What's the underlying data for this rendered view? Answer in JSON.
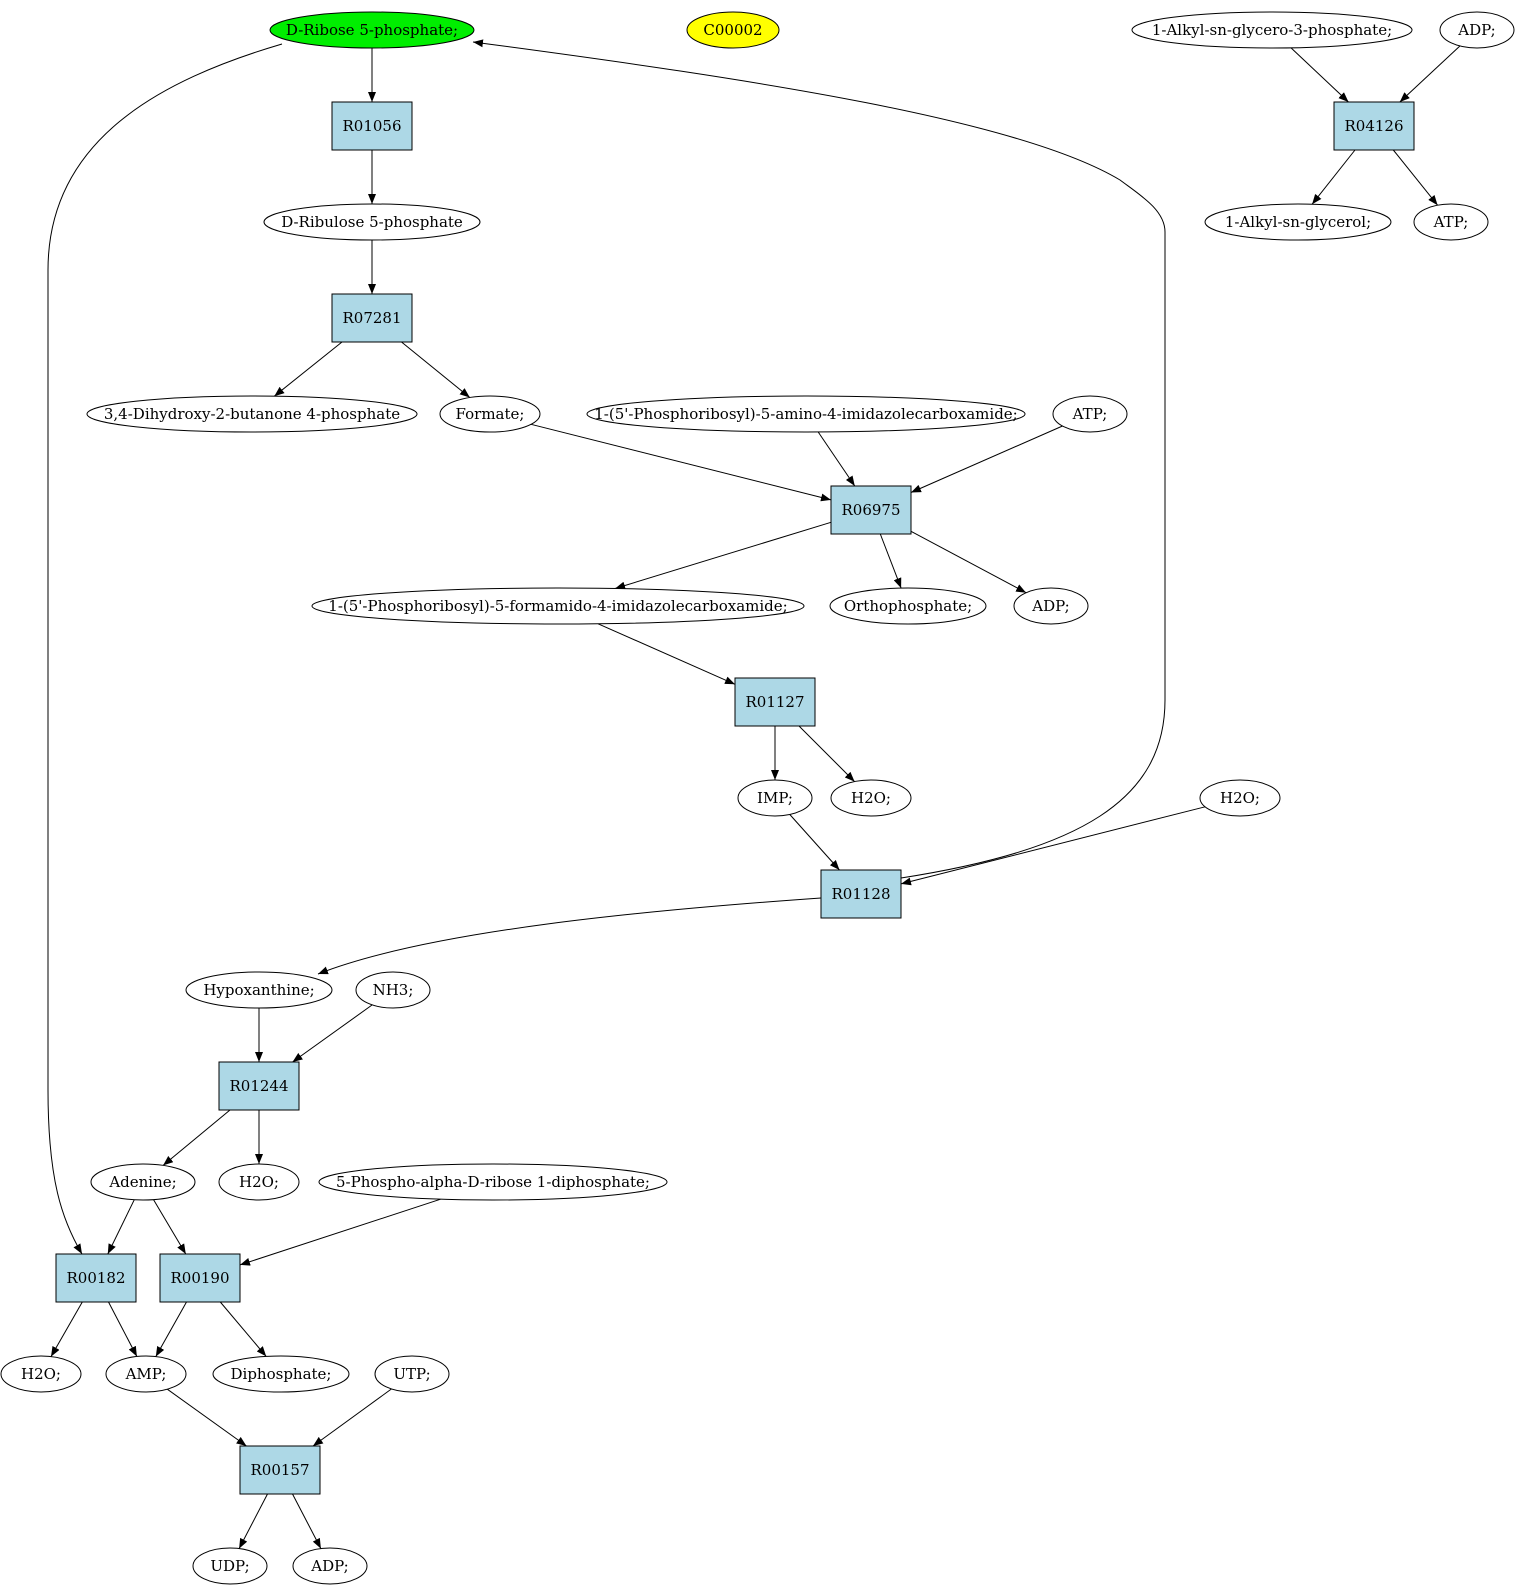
{
  "colors": {
    "reaction_fill": "#add8e6",
    "compound_fill": "#ffffff",
    "highlight_green": "#00ee00",
    "highlight_yellow": "#ffff00",
    "stroke": "#000000"
  },
  "nodes": {
    "ribose5p": {
      "label": "D-Ribose 5-phosphate;",
      "shape": "ellipse",
      "fill": "green"
    },
    "c00002": {
      "label": "C00002",
      "shape": "ellipse",
      "fill": "yellow"
    },
    "alkylglycero3p": {
      "label": "1-Alkyl-sn-glycero-3-phosphate;",
      "shape": "ellipse"
    },
    "adp_top": {
      "label": "ADP;",
      "shape": "ellipse"
    },
    "r01056": {
      "label": "R01056",
      "shape": "box"
    },
    "r04126": {
      "label": "R04126",
      "shape": "box"
    },
    "ribulose5p": {
      "label": "D-Ribulose 5-phosphate",
      "shape": "ellipse"
    },
    "alkylglycerol": {
      "label": "1-Alkyl-sn-glycerol;",
      "shape": "ellipse"
    },
    "atp_top": {
      "label": "ATP;",
      "shape": "ellipse"
    },
    "r07281": {
      "label": "R07281",
      "shape": "box"
    },
    "dhb4p": {
      "label": "3,4-Dihydroxy-2-butanone 4-phosphate",
      "shape": "ellipse"
    },
    "formate": {
      "label": "Formate;",
      "shape": "ellipse"
    },
    "aicar": {
      "label": "1-(5'-Phosphoribosyl)-5-amino-4-imidazolecarboxamide;",
      "shape": "ellipse"
    },
    "atp_mid": {
      "label": "ATP;",
      "shape": "ellipse"
    },
    "r06975": {
      "label": "R06975",
      "shape": "box"
    },
    "faicar": {
      "label": "1-(5'-Phosphoribosyl)-5-formamido-4-imidazolecarboxamide;",
      "shape": "ellipse"
    },
    "orthophosphate": {
      "label": "Orthophosphate;",
      "shape": "ellipse"
    },
    "adp_mid": {
      "label": "ADP;",
      "shape": "ellipse"
    },
    "r01127": {
      "label": "R01127",
      "shape": "box"
    },
    "imp": {
      "label": "IMP;",
      "shape": "ellipse"
    },
    "h2o_a": {
      "label": "H2O;",
      "shape": "ellipse"
    },
    "h2o_b": {
      "label": "H2O;",
      "shape": "ellipse"
    },
    "r01128": {
      "label": "R01128",
      "shape": "box"
    },
    "hypoxanthine": {
      "label": "Hypoxanthine;",
      "shape": "ellipse"
    },
    "nh3": {
      "label": "NH3;",
      "shape": "ellipse"
    },
    "r01244": {
      "label": "R01244",
      "shape": "box"
    },
    "adenine": {
      "label": "Adenine;",
      "shape": "ellipse"
    },
    "h2o_c": {
      "label": "H2O;",
      "shape": "ellipse"
    },
    "prpp": {
      "label": "5-Phospho-alpha-D-ribose 1-diphosphate;",
      "shape": "ellipse"
    },
    "r00182": {
      "label": "R00182",
      "shape": "box"
    },
    "r00190": {
      "label": "R00190",
      "shape": "box"
    },
    "h2o_d": {
      "label": "H2O;",
      "shape": "ellipse"
    },
    "amp": {
      "label": "AMP;",
      "shape": "ellipse"
    },
    "diphosphate": {
      "label": "Diphosphate;",
      "shape": "ellipse"
    },
    "utp": {
      "label": "UTP;",
      "shape": "ellipse"
    },
    "r00157": {
      "label": "R00157",
      "shape": "box"
    },
    "udp": {
      "label": "UDP;",
      "shape": "ellipse"
    },
    "adp_bot": {
      "label": "ADP;",
      "shape": "ellipse"
    }
  },
  "edges": [
    [
      "ribose5p",
      "r01056"
    ],
    [
      "r01056",
      "ribulose5p"
    ],
    [
      "ribulose5p",
      "r07281"
    ],
    [
      "r07281",
      "dhb4p"
    ],
    [
      "r07281",
      "formate"
    ],
    [
      "formate",
      "r06975"
    ],
    [
      "aicar",
      "r06975"
    ],
    [
      "atp_mid",
      "r06975"
    ],
    [
      "r06975",
      "faicar"
    ],
    [
      "r06975",
      "orthophosphate"
    ],
    [
      "r06975",
      "adp_mid"
    ],
    [
      "faicar",
      "r01127"
    ],
    [
      "r01127",
      "imp"
    ],
    [
      "r01127",
      "h2o_a"
    ],
    [
      "imp",
      "r01128"
    ],
    [
      "h2o_b",
      "r01128"
    ],
    [
      "r01128",
      "ribose5p"
    ],
    [
      "r01128",
      "hypoxanthine"
    ],
    [
      "hypoxanthine",
      "r01244"
    ],
    [
      "nh3",
      "r01244"
    ],
    [
      "r01244",
      "adenine"
    ],
    [
      "r01244",
      "h2o_c"
    ],
    [
      "ribose5p",
      "r00182"
    ],
    [
      "adenine",
      "r00182"
    ],
    [
      "adenine",
      "r00190"
    ],
    [
      "prpp",
      "r00190"
    ],
    [
      "r00182",
      "h2o_d"
    ],
    [
      "r00182",
      "amp"
    ],
    [
      "r00190",
      "amp"
    ],
    [
      "r00190",
      "diphosphate"
    ],
    [
      "amp",
      "r00157"
    ],
    [
      "utp",
      "r00157"
    ],
    [
      "r00157",
      "udp"
    ],
    [
      "r00157",
      "adp_bot"
    ],
    [
      "alkylglycero3p",
      "r04126"
    ],
    [
      "adp_top",
      "r04126"
    ],
    [
      "r04126",
      "alkylglycerol"
    ],
    [
      "r04126",
      "atp_top"
    ]
  ]
}
